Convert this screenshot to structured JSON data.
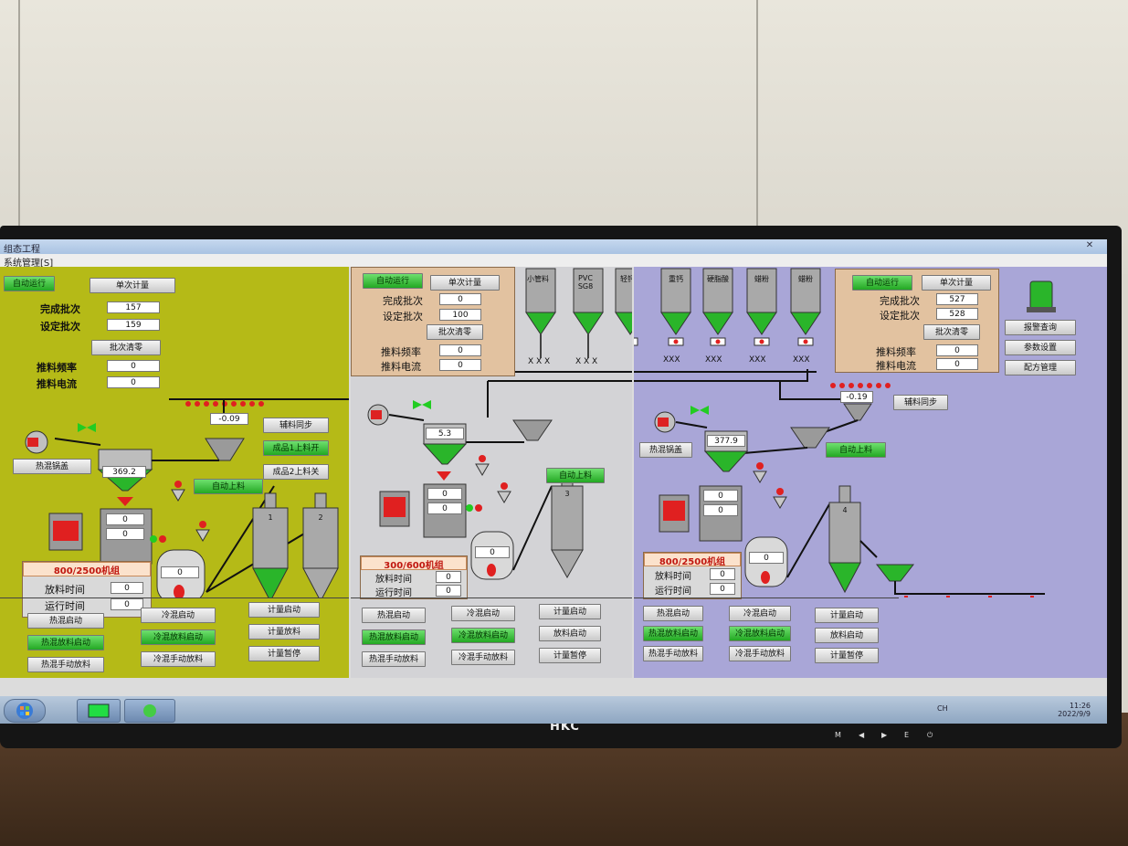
{
  "window": {
    "title": "组态工程",
    "menu": "系统管理[S]"
  },
  "monitor": {
    "brand": "HKC",
    "controls": [
      "M",
      "◀",
      "▶",
      "E",
      "⏻"
    ]
  },
  "taskbar": {
    "time": "11:26",
    "date": "2022/9/9",
    "lang": "CH"
  },
  "colors": {
    "pane1": "#b5ba17",
    "pane2": "#d3d3d6",
    "pane3": "#a9a6d7",
    "valve": "#22cc22",
    "alarm": "#e02020"
  },
  "silos": [
    "小管料",
    "PVC\nSG8",
    "轻钙",
    "重钙",
    "硬脂酸",
    "蜡粉",
    "蜡粉"
  ],
  "line1": {
    "auto_run": "自动运行",
    "single_meter": "单次计量",
    "done_batches_label": "完成批次",
    "done_batches": "157",
    "set_batches_label": "设定批次",
    "set_batches": "159",
    "batch_clear": "批次清零",
    "push_freq_label": "推料频率",
    "push_freq": "0",
    "push_current_label": "推料电流",
    "push_current": "0",
    "scale_reading": "-0.09",
    "mixer_reading": "369.2",
    "aux_sync": "辅料同步",
    "product1_open": "成品1上料开",
    "product2_close": "成品2上料关",
    "hot_pot": "热混锅盖",
    "auto_feed": "自动上料",
    "unit_title": "800/2500机组",
    "discharge_time_label": "放料时间",
    "discharge_time": "0",
    "run_time_label": "运行时间",
    "run_time": "0",
    "read1": "0",
    "read2": "0",
    "read3": "0",
    "silo_nums": [
      "1",
      "2"
    ],
    "bottom": [
      "热混启动",
      "热混放料启动",
      "热混手动放料",
      "冷混启动",
      "冷混放料启动",
      "冷混手动放料",
      "计量启动",
      "计量放料",
      "计量暂停"
    ]
  },
  "line2": {
    "auto_run": "自动运行",
    "single_meter": "单次计量",
    "done_batches_label": "完成批次",
    "done_batches": "0",
    "set_batches_label": "设定批次",
    "set_batches": "100",
    "batch_clear": "批次清零",
    "push_freq_label": "推料频率",
    "push_freq": "0",
    "push_current_label": "推料电流",
    "push_current": "0",
    "mixer_reading": "5.3",
    "auto_feed": "自动上料",
    "unit_title": "300/600机组",
    "discharge_time_label": "放料时间",
    "discharge_time": "0",
    "run_time_label": "运行时间",
    "run_time": "0",
    "read1": "0",
    "read2": "0",
    "read3": "0",
    "silo_num": "3",
    "bottom": [
      "热混启动",
      "热混放料启动",
      "热混手动放料",
      "冷混启动",
      "冷混放料启动",
      "冷混手动放料",
      "计量启动",
      "放料启动",
      "计量暂停"
    ]
  },
  "line3": {
    "auto_run": "自动运行",
    "single_meter": "单次计量",
    "done_batches_label": "完成批次",
    "done_batches": "527",
    "set_batches_label": "设定批次",
    "set_batches": "528",
    "batch_clear": "批次清零",
    "push_freq_label": "推料频率",
    "push_freq": "0",
    "push_current_label": "推料电流",
    "push_current": "0",
    "scale_reading": "-0.19",
    "mixer_reading": "377.9",
    "aux_sync": "辅料同步",
    "hot_pot": "热混锅盖",
    "auto_feed": "自动上料",
    "unit_title": "800/2500机组",
    "discharge_time_label": "放料时间",
    "discharge_time": "0",
    "run_time_label": "运行时间",
    "run_time": "0",
    "read1": "0",
    "read2": "0",
    "read3": "0",
    "silo_num": "4",
    "side": [
      "报警查询",
      "参数设置",
      "配方管理"
    ],
    "bottom": [
      "热混启动",
      "热混放料启动",
      "热混手动放料",
      "冷混启动",
      "冷混放料启动",
      "冷混手动放料",
      "计量启动",
      "放料启动",
      "计量暂停"
    ]
  }
}
